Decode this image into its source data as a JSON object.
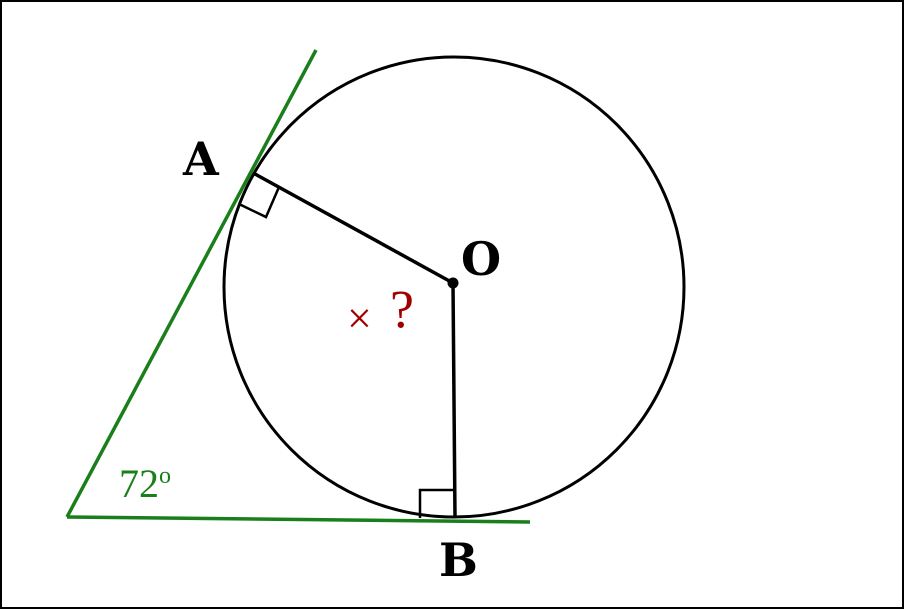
{
  "points": {
    "a": "A",
    "o": "O",
    "b": "B"
  },
  "angle_at_vertex": {
    "value": "72",
    "unit": "o"
  },
  "unknown_angle": {
    "mark": "×",
    "question": "?"
  },
  "colors": {
    "tangent": "#1a7f1a",
    "radius": "#000000",
    "unknown": "#a00000",
    "angle_label": "#1a7f1a"
  }
}
